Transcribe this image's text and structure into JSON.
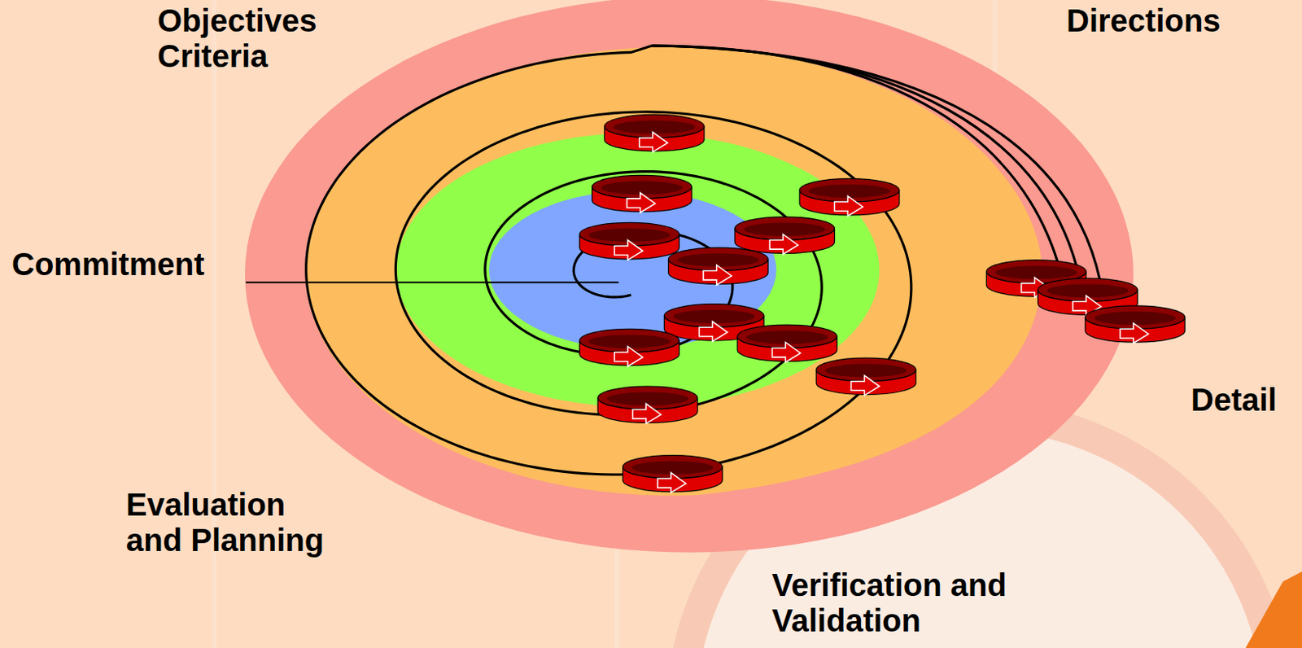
{
  "diagram": {
    "labels": [
      "Objectives Criteria",
      "Directions",
      "Commitment",
      "Detail",
      "Evaluation and Planning",
      "Verification and Validation"
    ]
  }
}
